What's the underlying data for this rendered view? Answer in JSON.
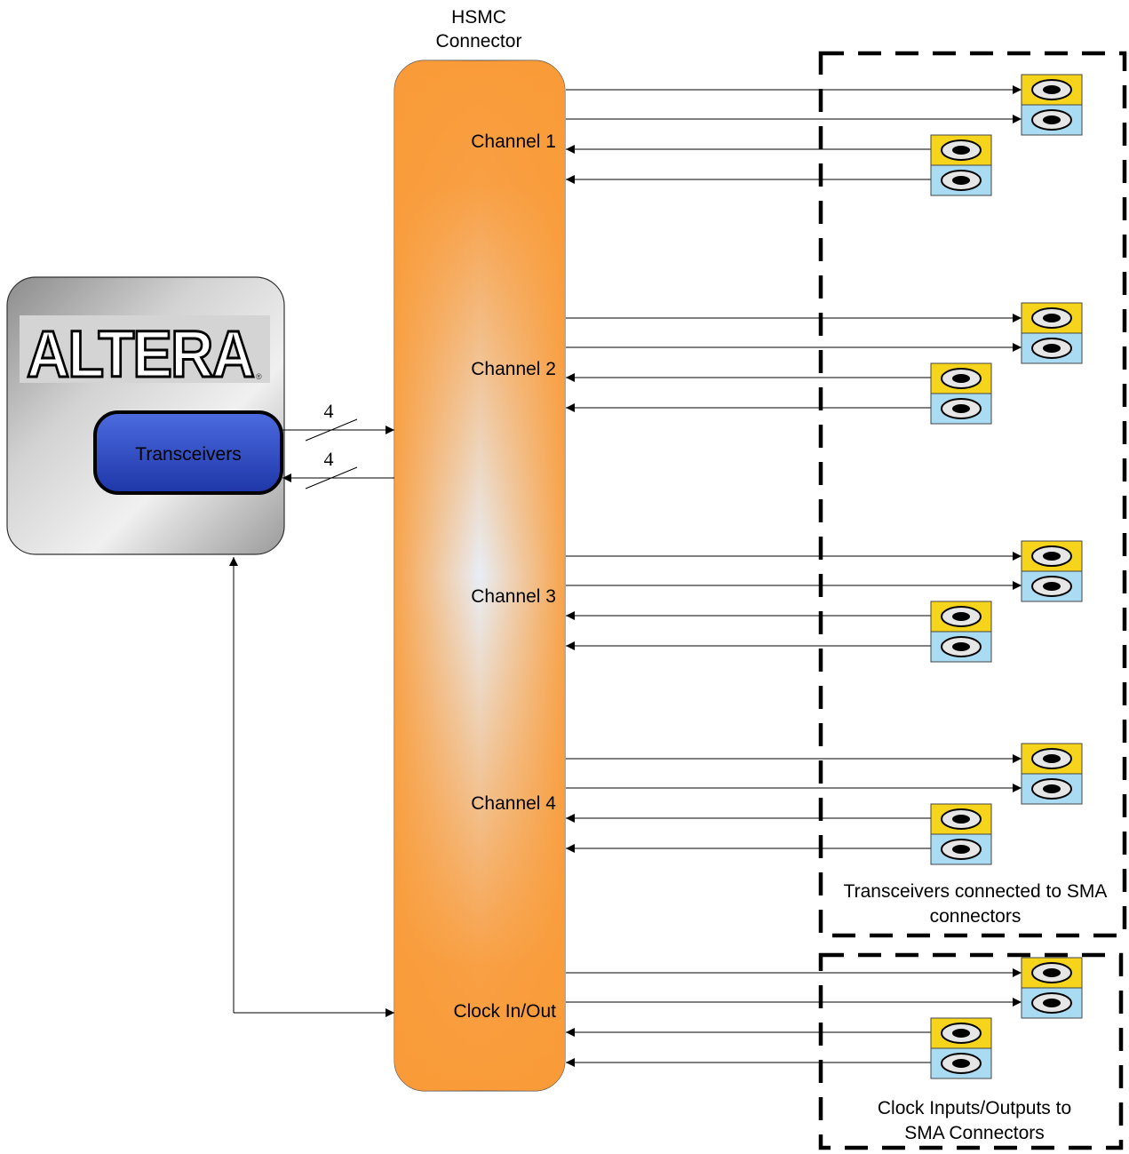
{
  "connector": {
    "title_line1": "HSMC",
    "title_line2": "Connector"
  },
  "fpga": {
    "logo_text": "ALTERA",
    "registered_mark": "®",
    "transceivers_label": "Transceivers"
  },
  "bus": {
    "tx_width": "4",
    "rx_width": "4"
  },
  "channels": [
    {
      "label": "Channel 1"
    },
    {
      "label": "Channel 2"
    },
    {
      "label": "Channel 3"
    },
    {
      "label": "Channel 4"
    },
    {
      "label": "Clock In/Out"
    }
  ],
  "groups": {
    "transceivers_line1": "Transceivers connected to SMA",
    "transceivers_line2": "connectors",
    "clock_line1": "Clock Inputs/Outputs to",
    "clock_line2": "SMA Connectors"
  },
  "colors": {
    "connector_orange": "#F99B38",
    "connector_center": "#E6EEF8",
    "sma_top": "#F7D41C",
    "sma_bottom": "#A9DCF3",
    "transceiver_blue": "#2448C0",
    "fpga_gray": "#A8A8A8"
  }
}
